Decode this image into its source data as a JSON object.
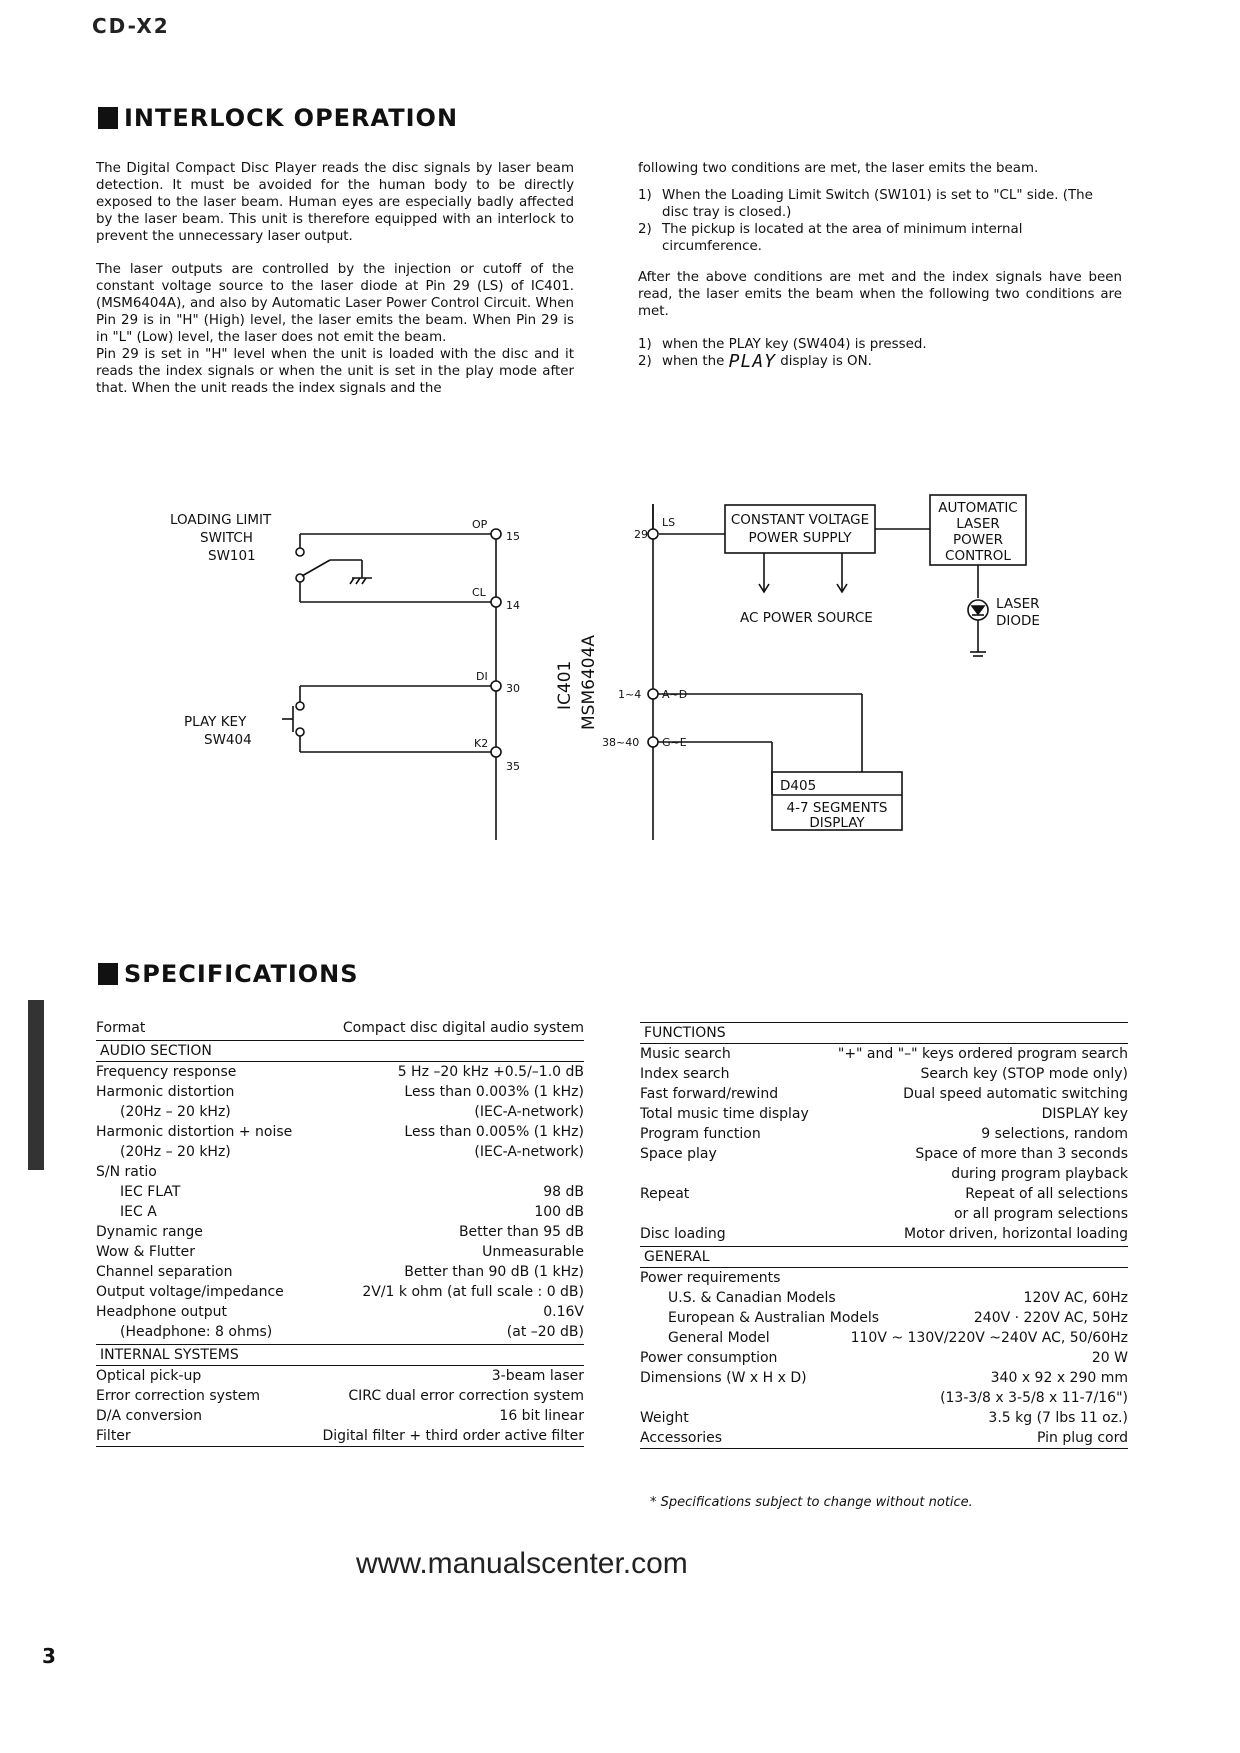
{
  "header_mark": "CD-X2",
  "interlock": {
    "title": "INTERLOCK OPERATION",
    "left_paragraphs": [
      "The Digital Compact Disc Player reads the disc signals by laser beam detection. It must be avoided for the human body to be directly exposed to the laser beam. Human eyes are especially badly affected by the laser beam. This unit is therefore equipped with an interlock to prevent the unnecessary laser output.",
      "The laser outputs are controlled by the injection or cutoff of the constant voltage source to the laser diode at Pin 29 (LS) of IC401. (MSM6404A), and also by Automatic Laser Power Control Circuit. When Pin 29 is in \"H\" (High) level, the laser emits the beam. When Pin 29 is in \"L\" (Low) level, the laser does not emit the beam.",
      "Pin 29 is set in \"H\" level when the unit is loaded with the disc and it reads the index signals or when the unit is set in the play mode after that. When the unit reads the index signals and the"
    ],
    "right_intro": "following two conditions are met, the laser emits the beam.",
    "conditions1": [
      {
        "n": "1)",
        "text": "When the Loading Limit Switch (SW101) is set to \"CL\" side. (The disc tray is closed.)"
      },
      {
        "n": "2)",
        "text": "The pickup is located at the area of minimum internal circumference."
      }
    ],
    "right_mid": "After the above conditions are met and the index signals have been read, the laser emits the beam when the following two conditions are met.",
    "conditions2": [
      {
        "n": "1)",
        "text": "when the PLAY key (SW404) is pressed."
      },
      {
        "n": "2)",
        "pre": "when the",
        "display": "PLAY",
        "post": "display is ON."
      }
    ]
  },
  "diagram": {
    "loading_switch": [
      "LOADING LIMIT",
      "SWITCH",
      "SW101"
    ],
    "play_key": [
      "PLAY KEY",
      "SW404"
    ],
    "pins_left": [
      {
        "name": "OP",
        "num": "15"
      },
      {
        "name": "CL",
        "num": "14"
      },
      {
        "name": "DI",
        "num": "30"
      },
      {
        "name": "K2",
        "num": "35"
      }
    ],
    "ic_label": [
      "IC401",
      "MSM6404A"
    ],
    "pin_ls": {
      "name": "LS",
      "num": "29"
    },
    "pin_ad": {
      "num": "1~4",
      "name": "A~D"
    },
    "pin_ge": {
      "num": "38~40",
      "name": "G~E"
    },
    "cv_supply": [
      "CONSTANT VOLTAGE",
      "POWER SUPPLY"
    ],
    "alpc": [
      "AUTOMATIC",
      "LASER",
      "POWER",
      "CONTROL"
    ],
    "ac_source": "AC POWER SOURCE",
    "laser_diode": [
      "LASER",
      "DIODE"
    ],
    "d405": "D405",
    "segments": [
      "4-7 SEGMENTS",
      "DISPLAY"
    ]
  },
  "specs": {
    "title": "SPECIFICATIONS",
    "left": [
      {
        "type": "row",
        "label": "Format",
        "value": "Compact disc digital audio system"
      },
      {
        "type": "head",
        "label": "AUDIO SECTION"
      },
      {
        "type": "row",
        "label": "Frequency response",
        "value": "5 Hz –20 kHz +0.5/–1.0 dB"
      },
      {
        "type": "row",
        "label": "Harmonic distortion",
        "value": "Less than 0.003% (1 kHz)"
      },
      {
        "type": "row",
        "label": "(20Hz – 20 kHz)",
        "value": "(IEC-A-network)",
        "indent": 1
      },
      {
        "type": "row",
        "label": "Harmonic distortion + noise",
        "value": "Less than 0.005% (1 kHz)"
      },
      {
        "type": "row",
        "label": "(20Hz – 20 kHz)",
        "value": "(IEC-A-network)",
        "indent": 1
      },
      {
        "type": "row",
        "label": "S/N ratio",
        "value": ""
      },
      {
        "type": "row",
        "label": "IEC FLAT",
        "value": "98 dB",
        "indent": 1
      },
      {
        "type": "row",
        "label": "IEC A",
        "value": "100 dB",
        "indent": 1
      },
      {
        "type": "row",
        "label": "Dynamic range",
        "value": "Better than 95 dB"
      },
      {
        "type": "row",
        "label": "Wow & Flutter",
        "value": "Unmeasurable"
      },
      {
        "type": "row",
        "label": "Channel separation",
        "value": "Better than 90 dB (1 kHz)"
      },
      {
        "type": "row",
        "label": "Output voltage/impedance",
        "value": "2V/1 k ohm (at full scale : 0 dB)"
      },
      {
        "type": "row",
        "label": "Headphone output",
        "value": "0.16V"
      },
      {
        "type": "row",
        "label": "(Headphone: 8 ohms)",
        "value": "(at –20 dB)",
        "indent": 1
      },
      {
        "type": "head",
        "label": "INTERNAL SYSTEMS"
      },
      {
        "type": "row",
        "label": "Optical pick-up",
        "value": "3-beam laser"
      },
      {
        "type": "row",
        "label": "Error correction system",
        "value": "CIRC dual error correction system"
      },
      {
        "type": "row",
        "label": "D/A conversion",
        "value": "16 bit linear"
      },
      {
        "type": "row",
        "label": "Filter",
        "value": "Digital filter + third order active filter"
      }
    ],
    "right": [
      {
        "type": "head",
        "label": "FUNCTIONS"
      },
      {
        "type": "row",
        "label": "Music search",
        "value": "\"+\" and \"–\" keys ordered program search"
      },
      {
        "type": "row",
        "label": "Index search",
        "value": "Search key (STOP mode only)"
      },
      {
        "type": "row",
        "label": "Fast forward/rewind",
        "value": "Dual speed automatic switching"
      },
      {
        "type": "row",
        "label": "Total music time display",
        "value": "DISPLAY key"
      },
      {
        "type": "row",
        "label": "Program function",
        "value": "9 selections, random"
      },
      {
        "type": "row",
        "label": "Space play",
        "value": "Space of more than 3 seconds"
      },
      {
        "type": "row",
        "label": "",
        "value": "during program playback"
      },
      {
        "type": "row",
        "label": "Repeat",
        "value": "Repeat of all selections"
      },
      {
        "type": "row",
        "label": "",
        "value": "or all program selections"
      },
      {
        "type": "row",
        "label": "Disc loading",
        "value": "Motor driven, horizontal loading"
      },
      {
        "type": "head",
        "label": "GENERAL"
      },
      {
        "type": "row",
        "label": "Power requirements",
        "value": ""
      },
      {
        "type": "row",
        "label": "U.S. & Canadian Models",
        "value": "120V AC, 60Hz",
        "indent": 2
      },
      {
        "type": "row",
        "label": "European & Australian Models",
        "value": "240V · 220V AC, 50Hz",
        "indent": 2
      },
      {
        "type": "row",
        "label": "General Model",
        "value": "110V ~ 130V/220V ~240V AC, 50/60Hz",
        "indent": 2
      },
      {
        "type": "row",
        "label": "Power consumption",
        "value": "20 W"
      },
      {
        "type": "row",
        "label": "Dimensions (W x H x D)",
        "value": "340 x 92 x 290 mm"
      },
      {
        "type": "row",
        "label": "",
        "value": "(13-3/8 x 3-5/8 x 11-7/16\")"
      },
      {
        "type": "row",
        "label": "Weight",
        "value": "3.5 kg (7 lbs 11 oz.)"
      },
      {
        "type": "row",
        "label": "Accessories",
        "value": "Pin plug cord"
      }
    ],
    "footnote": "* Specifications subject to change without notice."
  },
  "footer": {
    "url": "www.manualscenter.com",
    "page_number": "3"
  }
}
